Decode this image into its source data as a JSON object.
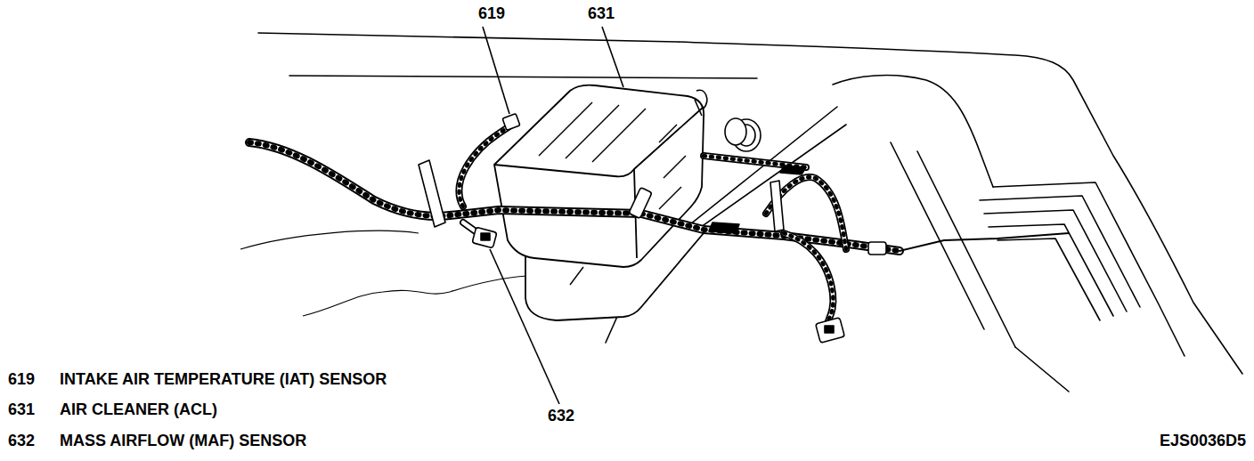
{
  "diagram": {
    "labels": [
      "619",
      "631",
      "632",
      "619",
      "INTAKE AIR TEMPERATURE (IAT) SENSOR",
      "631",
      "AIR CLEANER (ACL)",
      "632",
      "MASS AIRFLOW (MAF) SENSOR",
      "EJS0036D5"
    ]
  }
}
